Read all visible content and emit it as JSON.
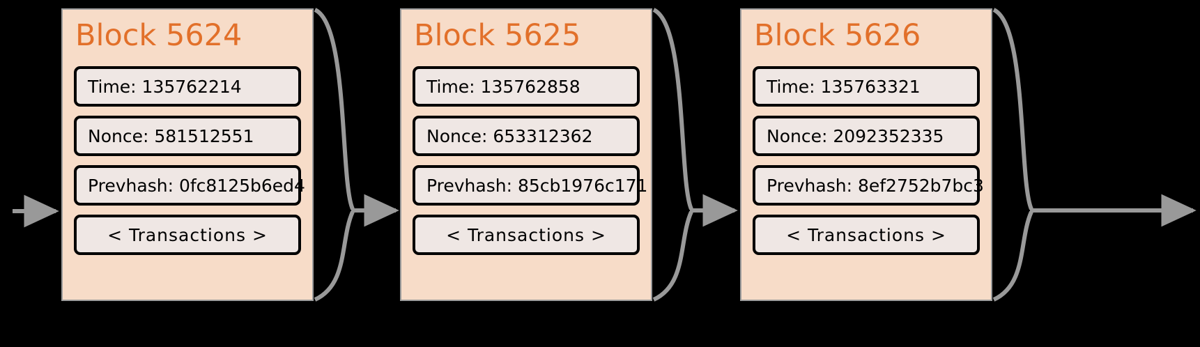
{
  "diagram": {
    "type": "blockchain-chain",
    "background_color": "#000000",
    "block_fill": "#f7dcc8",
    "block_border": "#9c9c9c",
    "field_fill": "#efe7e4",
    "field_border": "#000000",
    "title_color": "#e2702a",
    "connector_color": "#999999"
  },
  "blocks": [
    {
      "title": "Block 5624",
      "time": "Time: 135762214",
      "nonce": "Nonce: 581512551",
      "prevhash": "Prevhash: 0fc8125b6ed4",
      "transactions": "< Transactions >"
    },
    {
      "title": "Block 5625",
      "time": "Time: 135762858",
      "nonce": "Nonce: 653312362",
      "prevhash": "Prevhash: 85cb1976c171",
      "transactions": "< Transactions >"
    },
    {
      "title": "Block 5626",
      "time": "Time: 135763321",
      "nonce": "Nonce: 2092352335",
      "prevhash": "Prevhash: 8ef2752b7bc3",
      "transactions": "< Transactions >"
    }
  ]
}
